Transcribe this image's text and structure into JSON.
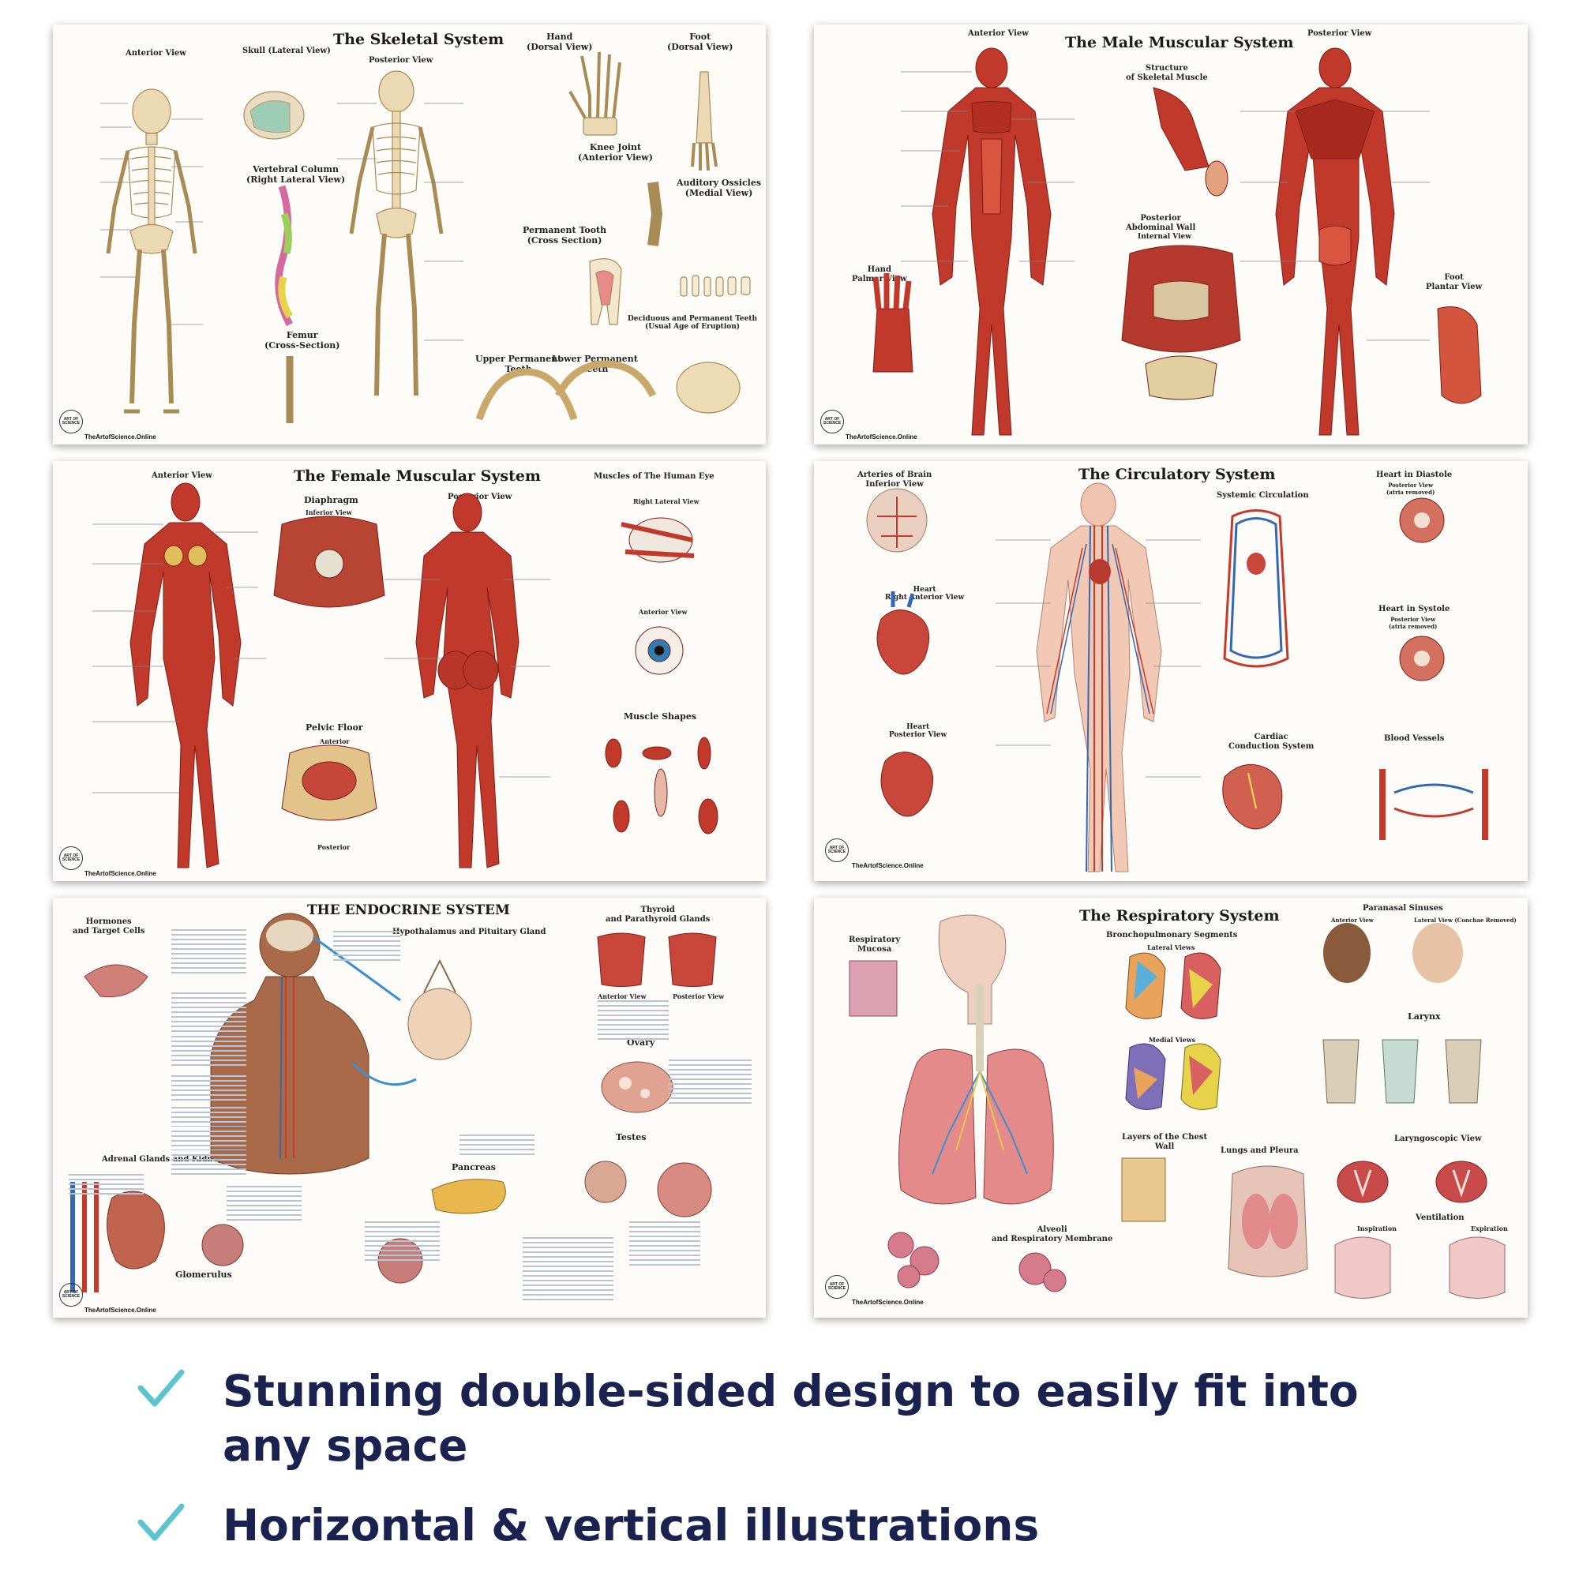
{
  "posters": {
    "skeletal": {
      "title": "The Skeletal System",
      "anterior": "Anterior View",
      "skull": "Skull (Lateral View)",
      "posterior": "Posterior View",
      "hand": "Hand\n(Dorsal View)",
      "foot": "Foot\n(Dorsal View)",
      "vertebral": "Vertebral Column\n(Right Lateral View)",
      "knee": "Knee Joint\n(Anterior View)",
      "ossicles": "Auditory Ossicles\n(Medial View)",
      "tooth": "Permanent Tooth\n(Cross Section)",
      "femur": "Femur\n(Cross-Section)",
      "upper_teeth": "Upper Permanent\nTeeth",
      "lower_teeth": "Lower Permanent\nTeeth",
      "deciduous": "Deciduous and Permanent Teeth\n(Usual Age of Eruption)",
      "brand": "TheArtofScience.Online"
    },
    "male_muscular": {
      "title": "The Male Muscular System",
      "anterior": "Anterior View",
      "posterior": "Posterior View",
      "structure": "Structure\nof Skeletal Muscle",
      "abdominal": "Posterior\nAbdominal Wall",
      "internal": "Internal View",
      "hand": "Hand\nPalmar View",
      "foot": "Foot\nPlantar View",
      "brand": "TheArtofScience.Online"
    },
    "female_muscular": {
      "title": "The Female Muscular System",
      "anterior": "Anterior View",
      "posterior": "Posterior View",
      "diaphragm": "Diaphragm",
      "diaphragm_view": "Inferior View",
      "eye": "Muscles of The Human Eye",
      "eye_lateral": "Right Lateral View",
      "eye_anterior": "Anterior View",
      "pelvic": "Pelvic Floor",
      "pelvic_view": "Anterior",
      "pelvic_posterior": "Posterior",
      "shapes": "Muscle Shapes",
      "brand": "TheArtofScience.Online"
    },
    "circulatory": {
      "title": "The Circulatory System",
      "arteries": "Arteries of Brain\nInferior View",
      "systemic": "Systemic Circulation",
      "diastole": "Heart in Diastole",
      "diastole_view": "Posterior View\n(atria removed)",
      "systole": "Heart in Systole",
      "systole_view": "Posterior View\n(atria removed)",
      "heart_anterior": "Heart\nRight Anterior View",
      "heart_posterior": "Heart\nPosterior View",
      "cardiac": "Cardiac\nConduction System",
      "vessels": "Blood Vessels",
      "brand": "TheArtofScience.Online"
    },
    "endocrine": {
      "title": "THE ENDOCRINE SYSTEM",
      "hormones": "Hormones\nand Target Cells",
      "hypothalamus": "Hypothalamus and Pituitary Gland",
      "thyroid": "Thyroid\nand Parathyroid Glands",
      "thyroid_anterior": "Anterior View",
      "thyroid_posterior": "Posterior View",
      "ovary": "Ovary",
      "adrenal": "Adrenal Glands and Kidney",
      "pancreas": "Pancreas",
      "testes": "Testes",
      "glomerulus": "Glomerulus",
      "brand": "TheArtofScience.Online"
    },
    "respiratory": {
      "title": "The Respiratory System",
      "mucosa": "Respiratory\nMucosa",
      "bronchopulmonary": "Bronchopulmonary Segments",
      "lateral": "Lateral Views",
      "medial": "Medial Views",
      "sinuses": "Paranasal Sinuses",
      "sinus_anterior": "Anterior View",
      "sinus_lateral": "Lateral View (Conchae Removed)",
      "larynx": "Larynx",
      "chest": "Layers of the Chest\nWall",
      "pleura": "Lungs and Pleura",
      "laryngoscopic": "Laryngoscopic View",
      "alveoli": "Alveoli\nand Respiratory Membrane",
      "ventilation": "Ventilation",
      "inspiration": "Inspiration",
      "expiration": "Expiration",
      "brand": "TheArtofScience.Online"
    }
  },
  "features": [
    {
      "text": "Stunning double-sided design to easily fit into any space",
      "icon": "check-icon"
    },
    {
      "text": "Horizontal & vertical illustrations",
      "icon": "check-icon"
    }
  ],
  "colors": {
    "check": "#5bc4cf",
    "feature_text": "#1a2250",
    "muscle": "#c0392b",
    "bone": "#e9d9b3"
  }
}
